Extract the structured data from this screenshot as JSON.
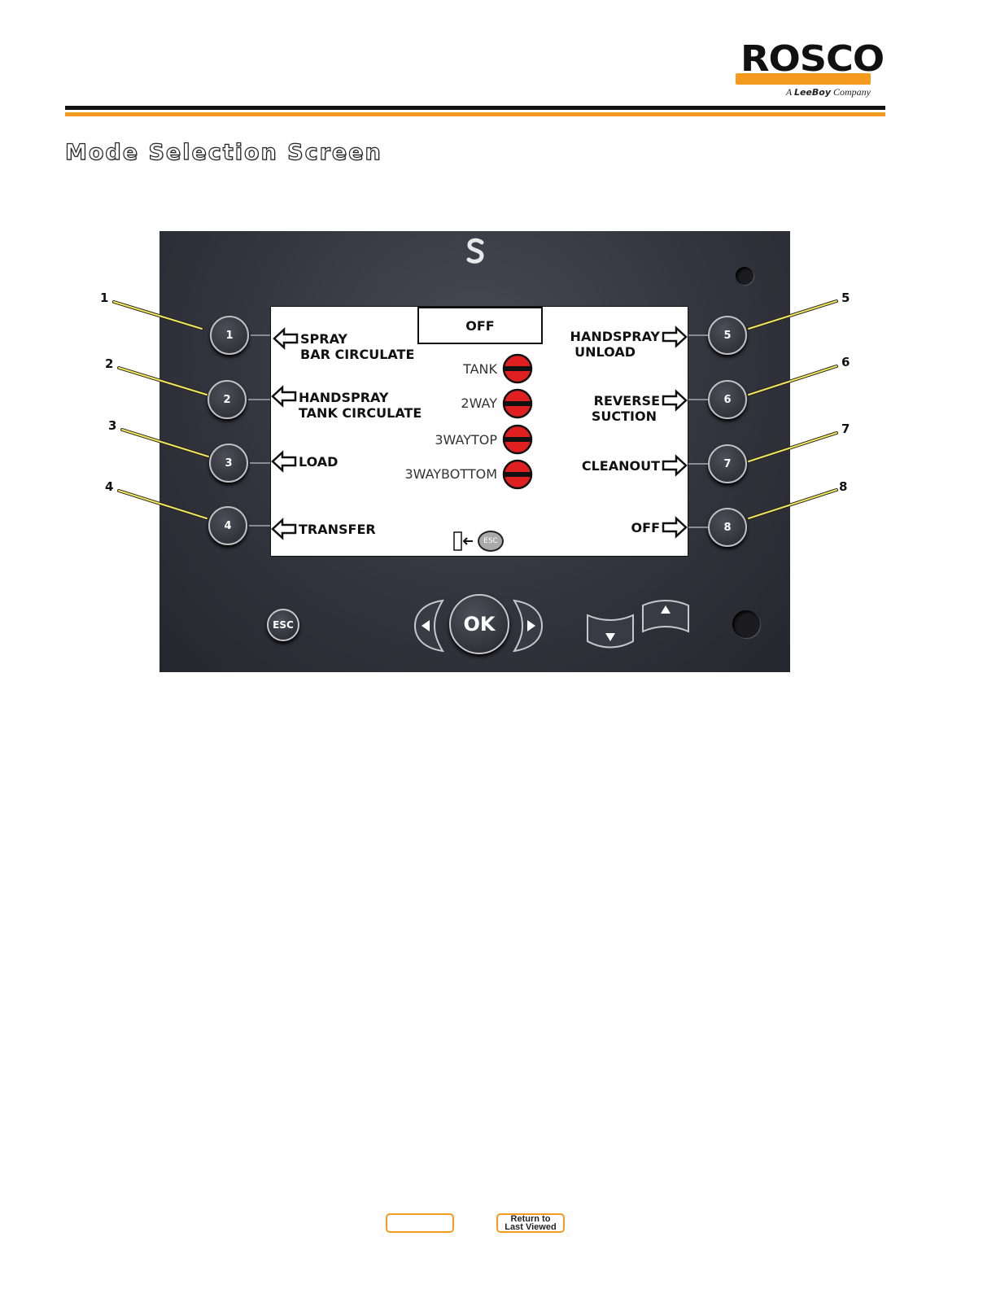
{
  "header": {
    "logo_word": "ROSCO",
    "logo_tag_prefix": "A",
    "logo_tag_brand": "LeeBoy",
    "logo_tag_suffix": "Company"
  },
  "page_title": "Mode Selection Screen",
  "device": {
    "mode_value": "OFF",
    "left_buttons": [
      {
        "num": "1",
        "line1": "SPRAY",
        "line2": "BAR CIRCULATE"
      },
      {
        "num": "2",
        "line1": "HANDSPRAY",
        "line2": "TANK CIRCULATE"
      },
      {
        "num": "3",
        "line1": "LOAD",
        "line2": ""
      },
      {
        "num": "4",
        "line1": "TRANSFER",
        "line2": ""
      }
    ],
    "right_buttons": [
      {
        "num": "5",
        "line1": "HANDSPRAY",
        "line2": "UNLOAD"
      },
      {
        "num": "6",
        "line1": "REVERSE",
        "line2": "SUCTION"
      },
      {
        "num": "7",
        "line1": "CLEANOUT",
        "line2": ""
      },
      {
        "num": "8",
        "line1": "OFF",
        "line2": ""
      }
    ],
    "valves": [
      {
        "label": "TANK",
        "status_color": "#e02020"
      },
      {
        "label": "2WAY",
        "status_color": "#e02020"
      },
      {
        "label": "3WAYTOP",
        "status_color": "#e02020"
      },
      {
        "label": "3WAYBOTTOM",
        "status_color": "#e02020"
      }
    ],
    "exit_hint": "ESC",
    "esc_label": "ESC",
    "ok_label": "OK"
  },
  "callouts": [
    "1",
    "2",
    "3",
    "4",
    "5",
    "6",
    "7",
    "8"
  ],
  "footer": {
    "blank_button": "",
    "return_line1": "Return to",
    "return_line2": "Last Viewed"
  },
  "colors": {
    "accent_orange": "#f39a1f",
    "panel_dark": "#34343e",
    "valve_red": "#e02020"
  }
}
